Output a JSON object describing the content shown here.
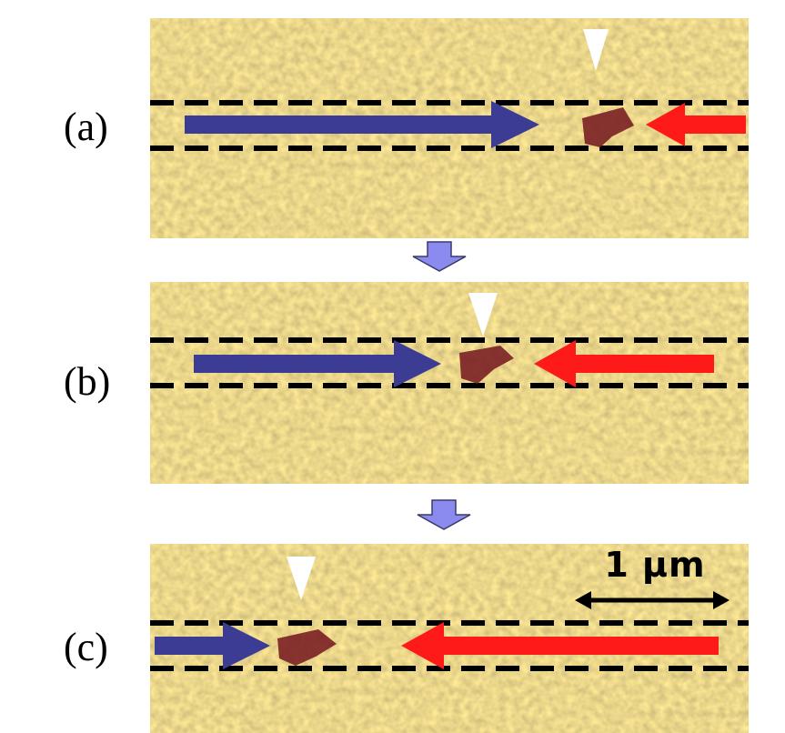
{
  "labels": {
    "a": "(a)",
    "b": "(b)",
    "c": "(c)"
  },
  "scale_bar": {
    "label": "1 μm"
  },
  "colors": {
    "background_texture": "#c9ad5a",
    "blue_arrow": "#3c3c94",
    "red_arrow": "#ff1a1a",
    "step_arrow_fill": "#8b8bef",
    "step_arrow_stroke": "#3b3b66",
    "domain_wall": "#7a1f24",
    "dashed_line": "#000000",
    "tip_marker": "#ffffff"
  },
  "icons": {
    "flow_arrow": "down-arrow-icon",
    "tip_marker": "triangle-down-icon"
  }
}
